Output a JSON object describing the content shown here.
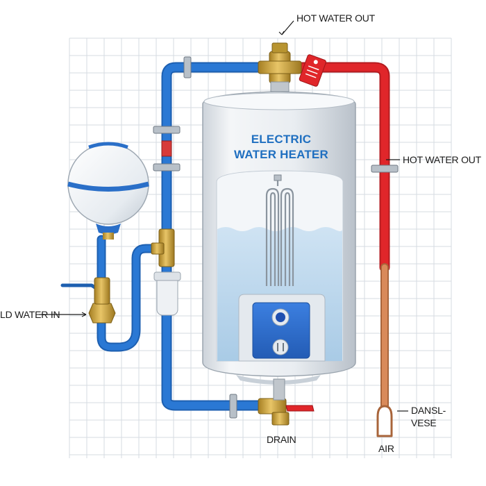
{
  "heater": {
    "title_line1": "ELECTRIC",
    "title_line2": "WATER HEATER"
  },
  "labels": {
    "hot_water_out_top": "HOT WATER OUT",
    "hot_water_out_right": "HOT WATER OUT",
    "cold_water_in": "LD WATER IN",
    "drain": "DRAIN",
    "dansl_line1": "DANSL-",
    "dansl_line2": "VESE",
    "air": "AIR"
  },
  "colors": {
    "cold_pipe": "#2a78d4",
    "hot_pipe": "#e0262a",
    "copper_pipe": "#d98a5a",
    "brass": "#c9a23a",
    "tank": "#e6eaee",
    "water": "#bcd8ee",
    "control_panel": "#2f6fd0",
    "tag": "#e0262a",
    "grid": "#d6dbe2"
  }
}
